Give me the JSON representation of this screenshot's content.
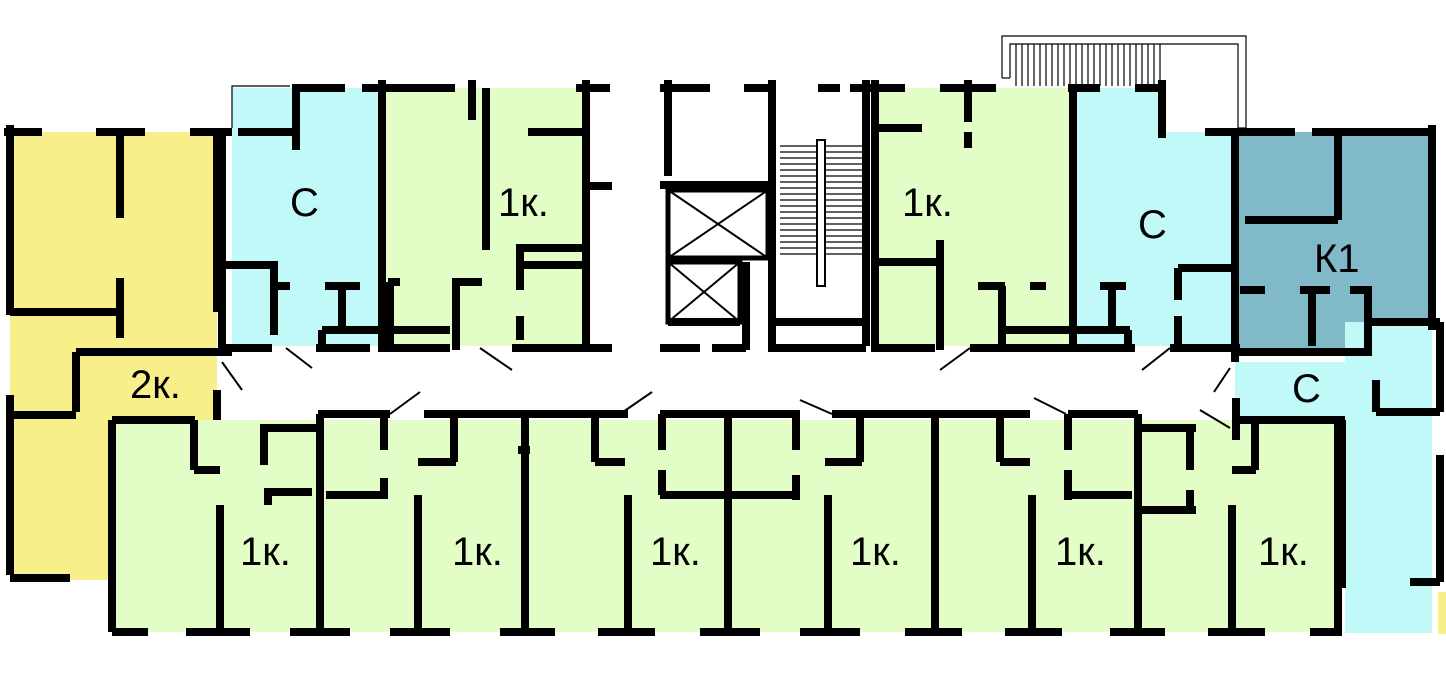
{
  "colors": {
    "two_room": "#f7f08a",
    "one_room": "#e2fdc6",
    "studio": "#c0f9f8",
    "k1": "#80b9c8",
    "wall": "#000000",
    "background": "#ffffff"
  },
  "units": [
    {
      "id": "u2k",
      "label": "2к.",
      "type": "two_room"
    },
    {
      "id": "uC1",
      "label": "С",
      "type": "studio"
    },
    {
      "id": "u1kTL",
      "label": "1к.",
      "type": "one_room"
    },
    {
      "id": "u1kTR",
      "label": "1к.",
      "type": "one_room"
    },
    {
      "id": "uC2",
      "label": "С",
      "type": "studio"
    },
    {
      "id": "uK1",
      "label": "К1",
      "type": "k1"
    },
    {
      "id": "uC3",
      "label": "С",
      "type": "studio"
    },
    {
      "id": "u1kB1",
      "label": "1к.",
      "type": "one_room"
    },
    {
      "id": "u1kB2",
      "label": "1к.",
      "type": "one_room"
    },
    {
      "id": "u1kB3",
      "label": "1к.",
      "type": "one_room"
    },
    {
      "id": "u1kB4",
      "label": "1к.",
      "type": "one_room"
    },
    {
      "id": "u1kB5",
      "label": "1к.",
      "type": "one_room"
    },
    {
      "id": "u1kB6",
      "label": "1к.",
      "type": "one_room"
    }
  ],
  "icons": {
    "stairs": "stairs-icon",
    "elevator": "elevator-shaft-icon",
    "balcony": "balcony-icon"
  }
}
